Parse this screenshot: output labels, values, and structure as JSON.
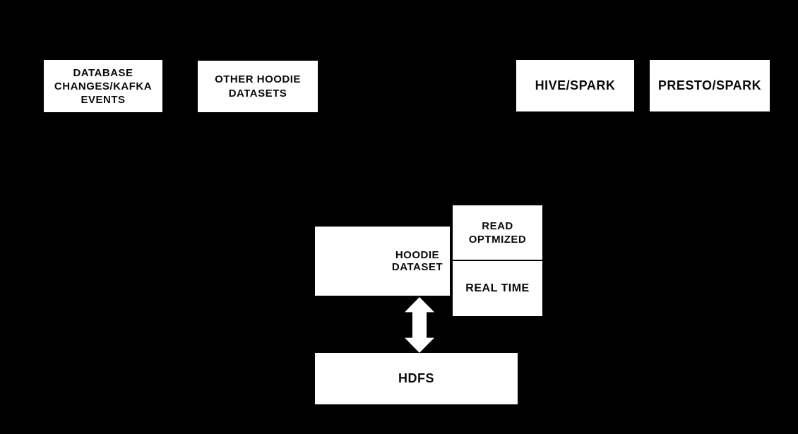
{
  "colors": {
    "background": "#000000",
    "node_background": "#ffffff",
    "node_text": "#0a0a0a",
    "arrow": "#ffffff"
  },
  "nodes": {
    "database_changes": {
      "label": "DATABASE CHANGES/KAFKA EVENTS",
      "lines": [
        "DATABASE",
        "CHANGES/KAFKA",
        "EVENTS"
      ]
    },
    "other_hoodie_datasets": {
      "label": "OTHER HOODIE DATASETS",
      "lines": [
        "OTHER HOODIE",
        "DATASETS"
      ]
    },
    "hive_spark": {
      "label": "HIVE/SPARK",
      "lines": [
        "HIVE/SPARK"
      ]
    },
    "presto_spark": {
      "label": "PRESTO/SPARK",
      "lines": [
        "PRESTO/SPARK"
      ]
    },
    "hoodie_dataset": {
      "label": "HOODIE DATASET",
      "lines": [
        "HOODIE",
        "DATASET"
      ]
    },
    "read_optimized": {
      "label": "READ OPTMIZED",
      "lines": [
        "READ",
        "OPTMIZED"
      ]
    },
    "real_time": {
      "label": "REAL TIME",
      "lines": [
        "REAL TIME"
      ]
    },
    "hdfs": {
      "label": "HDFS",
      "lines": [
        "HDFS"
      ]
    }
  },
  "connections": [
    {
      "from": "hoodie_dataset",
      "to": "hdfs",
      "type": "bidirectional-arrow"
    }
  ]
}
